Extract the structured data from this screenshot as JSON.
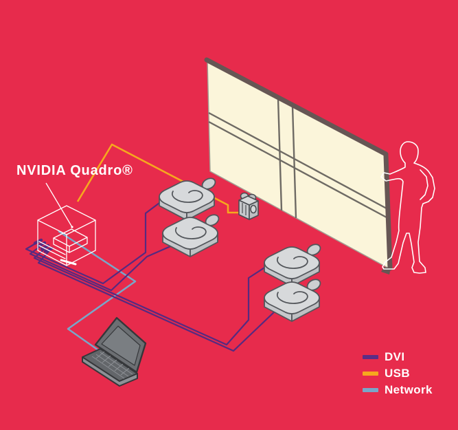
{
  "title_label": "NVIDIA Quadro®",
  "colors": {
    "background": "#E72B4C",
    "dvi": "#562A80",
    "usb": "#F6A81E",
    "network": "#79A7C9",
    "screen_face": "#FBF5DA",
    "screen_frame": "#665654",
    "device_gray": "#D7D9DB",
    "outline_white": "#FFFFFF"
  },
  "legend": {
    "items": [
      {
        "label": "DVI",
        "color": "#5B2D86"
      },
      {
        "label": "USB",
        "color": "#F6A81E"
      },
      {
        "label": "Network",
        "color": "#79A7C9"
      }
    ]
  },
  "diagram": {
    "nodes": [
      {
        "id": "workstation",
        "label": "NVIDIA Quadro®",
        "type": "wireframe-workstation"
      },
      {
        "id": "projector-1",
        "label": "",
        "type": "projector"
      },
      {
        "id": "projector-2",
        "label": "",
        "type": "projector"
      },
      {
        "id": "projector-3",
        "label": "",
        "type": "projector"
      },
      {
        "id": "projector-4",
        "label": "",
        "type": "projector"
      },
      {
        "id": "camera",
        "label": "",
        "type": "camera"
      },
      {
        "id": "laptop",
        "label": "",
        "type": "laptop"
      },
      {
        "id": "display-wall",
        "label": "",
        "type": "video-wall-2x2"
      },
      {
        "id": "presenter",
        "label": "",
        "type": "person-outline"
      }
    ],
    "connections": [
      {
        "from": "workstation",
        "to": "projector-1",
        "type": "DVI"
      },
      {
        "from": "workstation",
        "to": "projector-2",
        "type": "DVI"
      },
      {
        "from": "workstation",
        "to": "projector-3",
        "type": "DVI"
      },
      {
        "from": "workstation",
        "to": "projector-4",
        "type": "DVI"
      },
      {
        "from": "workstation",
        "to": "camera",
        "type": "USB"
      },
      {
        "from": "workstation",
        "to": "laptop",
        "type": "Network"
      }
    ]
  }
}
